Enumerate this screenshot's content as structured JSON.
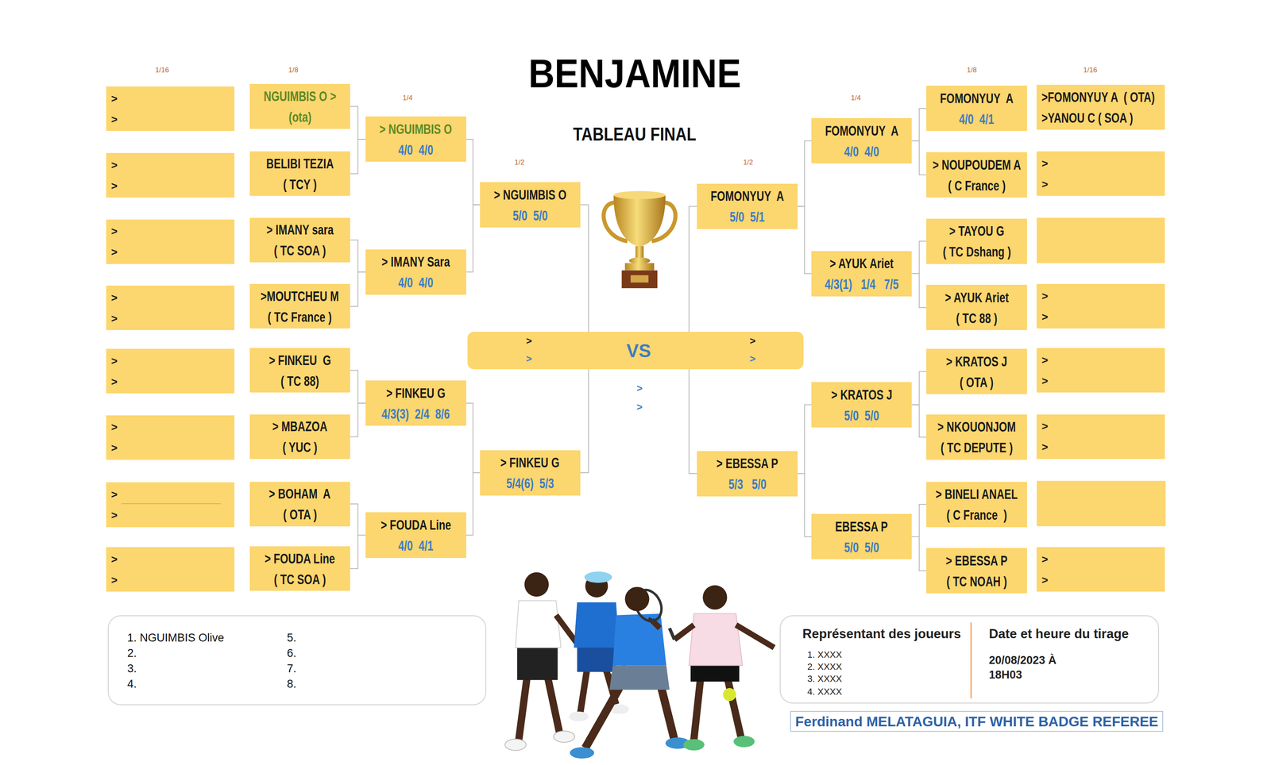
{
  "diagram": {
    "title": "BENJAMINE",
    "nodes": [
      {
        "text": [
          ">",
          ">"
        ]
      },
      {
        "text": [
          ">",
          ">"
        ]
      },
      {
        "text": [
          ">",
          ">"
        ]
      },
      {
        "text": [
          ">",
          ">"
        ]
      },
      {
        "text": [
          ">",
          ">"
        ]
      },
      {
        "text": [
          ">",
          ">"
        ]
      },
      {
        "text": [
          ">",
          ">"
        ]
      },
      {
        "text": [
          ">",
          ">"
        ]
      },
      {
        "text": [
          "NGUIMBIS O >",
          "(ota)"
        ]
      },
      {
        "text": [
          "BELIBI TEZIA",
          "( TCY )"
        ]
      },
      {
        "text": [
          "> IMANY sara",
          "( TC SOA )"
        ]
      },
      {
        "text": [
          ">MOUTCHEU M",
          "( TC France )"
        ]
      },
      {
        "text": [
          "> FINKEU  G",
          "( TC 88)"
        ]
      },
      {
        "text": [
          "> MBAZOA",
          "( YUC )"
        ]
      },
      {
        "text": [
          "> BOHAM  A",
          "( OTA )"
        ]
      },
      {
        "text": [
          "> FOUDA Line",
          "( TC SOA )"
        ]
      },
      {
        "text": [
          "> NGUIMBIS O",
          "4/0  4/0"
        ]
      },
      {
        "text": [
          "> IMANY Sara",
          "4/0  4/0"
        ]
      },
      {
        "text": [
          "> FINKEU G",
          "4/3(3)  2/4  8/6"
        ]
      },
      {
        "text": [
          "> FOUDA Line",
          "4/0  4/1"
        ]
      },
      {
        "text": [
          "> NGUIMBIS O",
          "5/0  5/0"
        ]
      },
      {
        "text": [
          "> FINKEU G",
          "5/4(6)  5/3"
        ]
      },
      {
        "text": [
          ">",
          ">",
          "VS",
          ">",
          ">"
        ]
      },
      {
        "text": [
          "FOMONYUY  A",
          "5/0  5/1"
        ]
      },
      {
        "text": [
          "> EBESSA P",
          "5/3   5/0"
        ]
      },
      {
        "text": [
          "FOMONYUY  A",
          "4/0  4/0"
        ]
      },
      {
        "text": [
          "> AYUK Ariet",
          "4/3(1)   1/4   7/5"
        ]
      },
      {
        "text": [
          "> KRATOS J",
          "5/0  5/0"
        ]
      },
      {
        "text": [
          "EBESSA P",
          "5/0  5/0"
        ]
      },
      {
        "text": [
          "FOMONYUY  A",
          "4/0  4/1"
        ]
      },
      {
        "text": [
          "> NOUPOUDEM A",
          "( C France )"
        ]
      },
      {
        "text": [
          "> TAYOU G",
          "( TC Dshang )"
        ]
      },
      {
        "text": [
          "> AYUK Ariet",
          "( TC 88 )"
        ]
      },
      {
        "text": [
          "> KRATOS J",
          "( OTA )"
        ]
      },
      {
        "text": [
          "> NKOUONJOM",
          "( TC DEPUTE )"
        ]
      },
      {
        "text": [
          "> BINELI ANAEL",
          "( C France  )"
        ]
      },
      {
        "text": [
          "> EBESSA P",
          "( TC NOAH )"
        ]
      },
      {
        "text": [
          ">FOMONYUY A  ( OTA)",
          ">YANOU C ( SOA )"
        ]
      },
      {
        "text": [
          ">",
          ">"
        ]
      },
      {
        "text": [
          ">",
          ">"
        ]
      },
      {
        "text": [
          ">",
          ">"
        ]
      },
      {
        "text": [
          ">",
          ">"
        ]
      },
      {
        "text": [
          ">",
          ">"
        ]
      },
      {
        "text": [
          "1. NGUIMBIS Olive",
          "2.",
          "3.",
          "4.",
          "5.",
          "6.",
          "7.",
          "8."
        ]
      },
      {
        "text": [
          "Représentant des joueurs",
          "1. XXXX",
          "2. XXXX",
          "3. XXXX",
          "4. XXXX",
          "Date et heure du tirage",
          "20/08/2023 À 18H03"
        ]
      },
      {
        "text": [
          "Ferdinand MELATAGUIA, ITF WHITE BADGE REFEREE"
        ]
      }
    ],
    "edges": [
      {
        "from": 8,
        "to": 16,
        "arrow": "none"
      },
      {
        "from": 9,
        "to": 16,
        "arrow": "none"
      },
      {
        "from": 10,
        "to": 17,
        "arrow": "none"
      },
      {
        "from": 11,
        "to": 17,
        "arrow": "none"
      },
      {
        "from": 12,
        "to": 18,
        "arrow": "none"
      },
      {
        "from": 13,
        "to": 18,
        "arrow": "none"
      },
      {
        "from": 14,
        "to": 19,
        "arrow": "none"
      },
      {
        "from": 15,
        "to": 19,
        "arrow": "none"
      },
      {
        "from": 16,
        "to": 20,
        "arrow": "none"
      },
      {
        "from": 17,
        "to": 20,
        "arrow": "none"
      },
      {
        "from": 18,
        "to": 21,
        "arrow": "none"
      },
      {
        "from": 19,
        "to": 21,
        "arrow": "none"
      },
      {
        "from": 20,
        "to": 22,
        "arrow": "none"
      },
      {
        "from": 21,
        "to": 22,
        "arrow": "none"
      },
      {
        "from": 29,
        "to": 25,
        "arrow": "none"
      },
      {
        "from": 30,
        "to": 25,
        "arrow": "none"
      },
      {
        "from": 31,
        "to": 26,
        "arrow": "none"
      },
      {
        "from": 32,
        "to": 26,
        "arrow": "none"
      },
      {
        "from": 33,
        "to": 27,
        "arrow": "none"
      },
      {
        "from": 34,
        "to": 27,
        "arrow": "none"
      },
      {
        "from": 35,
        "to": 28,
        "arrow": "none"
      },
      {
        "from": 36,
        "to": 28,
        "arrow": "none"
      },
      {
        "from": 25,
        "to": 23,
        "arrow": "none"
      },
      {
        "from": 26,
        "to": 23,
        "arrow": "none"
      },
      {
        "from": 27,
        "to": 24,
        "arrow": "none"
      },
      {
        "from": 28,
        "to": 24,
        "arrow": "none"
      },
      {
        "from": 23,
        "to": 22,
        "arrow": "none"
      },
      {
        "from": 24,
        "to": 22,
        "arrow": "none"
      }
    ],
    "labels": [
      "TABLEAU FINAL",
      "1/16",
      "1/8",
      "1/4",
      "1/2",
      "1/2",
      "1/4",
      "1/8",
      "1/16",
      ">",
      ">"
    ]
  }
}
